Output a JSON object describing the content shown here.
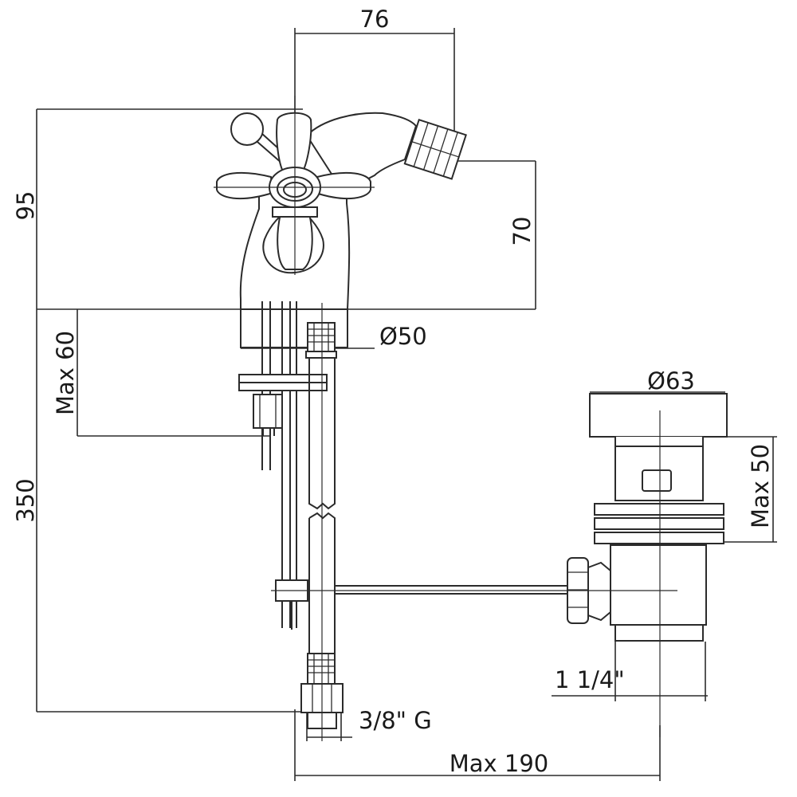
{
  "dimensions": {
    "width_top": "76",
    "total_height": "95",
    "spout_height": "70",
    "base_diameter": "Ø50",
    "max_thickness": "Max 60",
    "hose_length": "350",
    "waste_diameter": "Ø63",
    "waste_max": "Max 50",
    "waste_thread": "1 1/4\"",
    "inlet_thread": "3/8\" G",
    "max_reach": "Max 190"
  }
}
